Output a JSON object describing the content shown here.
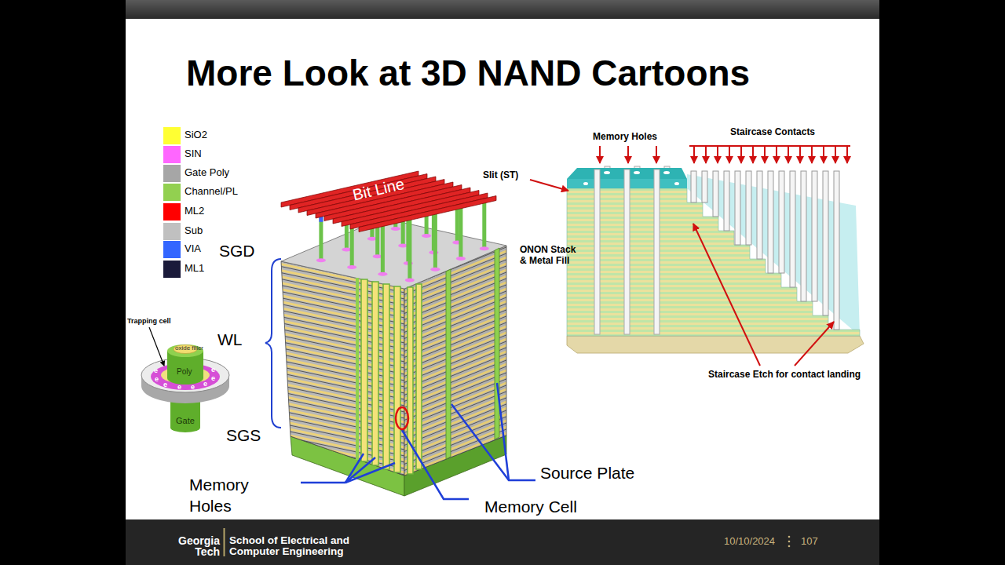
{
  "diagram": {
    "title": "More Look at 3D NAND Cartoons",
    "labels": [
      "Bit Line",
      "SGD",
      "WL",
      "SGS",
      "Memory Holes",
      "Memory Cell",
      "Source Plate",
      "ONON Stack & Metal Fill",
      "Trapping cell",
      "oxide filler",
      "Poly",
      "Gate",
      "e",
      "e",
      "e",
      "e",
      "e",
      "e",
      "e",
      "e",
      "Memory Holes",
      "Slit (ST)",
      "Staircase Contacts",
      "Staircase Etch for contact landing",
      "Georgia Tech",
      "School of Electrical and Computer Engineering",
      "10/10/2024",
      "107"
    ],
    "legend": [
      {
        "text": "SiO2",
        "color": "#ffff33"
      },
      {
        "text": "SIN",
        "color": "#ff66ff"
      },
      {
        "text": "Gate Poly",
        "color": "#a6a6a6"
      },
      {
        "text": "Channel/PL",
        "color": "#92d050"
      },
      {
        "text": "ML2",
        "color": "#ff0000"
      },
      {
        "text": "Sub",
        "color": "#c0c0c0"
      },
      {
        "text": "VIA",
        "color": "#3366ff"
      },
      {
        "text": "ML1",
        "color": "#1a1a3a"
      }
    ]
  }
}
